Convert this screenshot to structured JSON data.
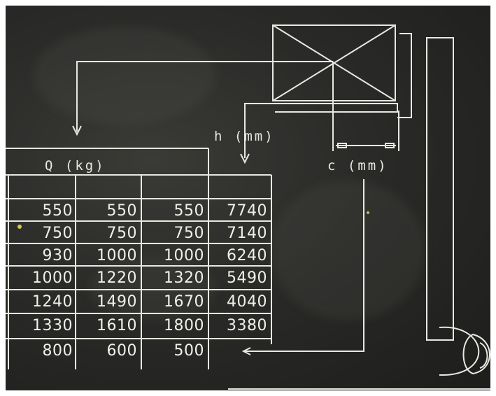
{
  "labels": {
    "load": "Q (kg)",
    "height": "h (mm)",
    "center": "c (mm)"
  },
  "table": {
    "rows": [
      [
        "550",
        "550",
        "550",
        "7740"
      ],
      [
        "750",
        "750",
        "750",
        "7140"
      ],
      [
        "930",
        "1000",
        "1000",
        "6240"
      ],
      [
        "1000",
        "1220",
        "1320",
        "5490"
      ],
      [
        "1240",
        "1490",
        "1670",
        "4040"
      ],
      [
        "1330",
        "1610",
        "1800",
        "3380"
      ],
      [
        "800",
        "600",
        "500",
        ""
      ]
    ]
  },
  "colors": {
    "plate": "#2a2a28",
    "line": "#e8e8e2"
  }
}
